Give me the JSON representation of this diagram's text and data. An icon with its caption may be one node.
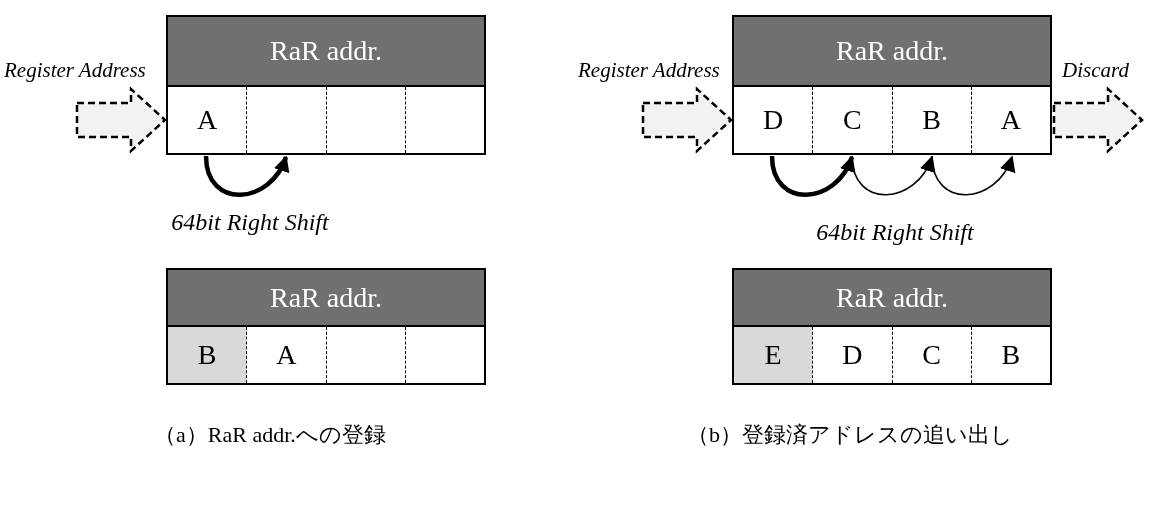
{
  "diagram": {
    "nodes": [
      {
        "text": [
          "RaR addr."
        ]
      },
      {
        "text": [
          "A"
        ],
        "in": 0
      },
      {
        "text": [],
        "shape": "box",
        "in": 0
      },
      {
        "text": [],
        "shape": "box",
        "in": 0
      },
      {
        "text": [],
        "shape": "box",
        "in": 0
      },
      {
        "text": [
          "RaR addr."
        ]
      },
      {
        "text": [
          "B"
        ],
        "in": 5
      },
      {
        "text": [
          "A"
        ],
        "in": 5
      },
      {
        "text": [],
        "shape": "box",
        "in": 5
      },
      {
        "text": [],
        "shape": "box",
        "in": 5
      },
      {
        "text": [
          "RaR addr."
        ]
      },
      {
        "text": [
          "D"
        ],
        "in": 10
      },
      {
        "text": [
          "C"
        ],
        "in": 10
      },
      {
        "text": [
          "B"
        ],
        "in": 10
      },
      {
        "text": [
          "A"
        ],
        "in": 10
      },
      {
        "text": [
          "RaR addr."
        ]
      },
      {
        "text": [
          "E"
        ],
        "in": 15
      },
      {
        "text": [
          "D"
        ],
        "in": 15
      },
      {
        "text": [
          "C"
        ],
        "in": 15
      },
      {
        "text": [
          "B"
        ],
        "in": 15
      }
    ],
    "edges": [
      {
        "from": null,
        "to": 1,
        "arrow": "to",
        "style": "dashed",
        "label": "Register Address"
      },
      {
        "from": 1,
        "to": 2,
        "arrow": "to",
        "style": "thick"
      },
      {
        "from": null,
        "to": 11,
        "arrow": "to",
        "style": "dashed",
        "label": "Register Address"
      },
      {
        "from": 11,
        "to": 12,
        "arrow": "to",
        "style": "thick"
      },
      {
        "from": 12,
        "to": 13,
        "arrow": "to"
      },
      {
        "from": 13,
        "to": 14,
        "arrow": "to"
      },
      {
        "from": 14,
        "to": null,
        "arrow": "to",
        "style": "dashed",
        "label": "Discard"
      }
    ],
    "labels": [
      "64bit Right Shift",
      "64bit Right Shift",
      "（a）RaR addr.への登録",
      "（b）登録済アドレスの追い出し"
    ]
  }
}
